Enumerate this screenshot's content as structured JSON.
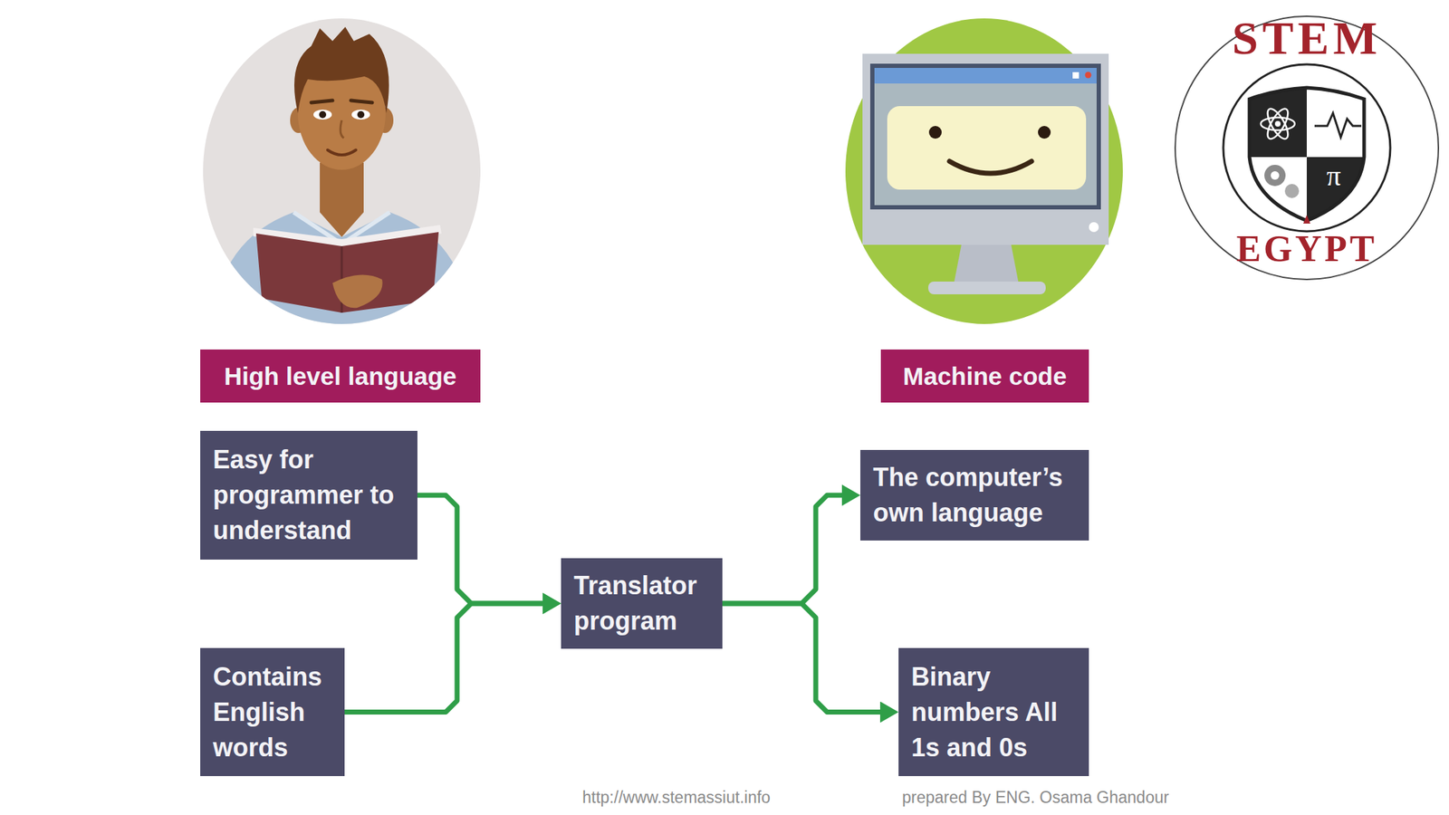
{
  "diagram": {
    "nodes": [
      {
        "text": [
          "High level language"
        ]
      },
      {
        "text": [
          "Machine code"
        ]
      },
      {
        "text": [
          "Easy for programmer to understand"
        ]
      },
      {
        "text": [
          "Contains English words"
        ]
      },
      {
        "text": [
          "Translator program"
        ]
      },
      {
        "text": [
          "The computer’s own language"
        ]
      },
      {
        "text": [
          "Binary numbers All 1s and 0s"
        ]
      }
    ],
    "edges": [
      {
        "from": 2,
        "to": 4,
        "arrow": "to"
      },
      {
        "from": 3,
        "to": 4,
        "arrow": "to"
      },
      {
        "from": 4,
        "to": 5,
        "arrow": "to"
      },
      {
        "from": 4,
        "to": 6,
        "arrow": "to"
      }
    ],
    "labels": [
      "STEM",
      "π",
      "EGYPT",
      "http://www.stemassiut.info",
      "prepared By ENG. Osama Ghandour"
    ]
  }
}
